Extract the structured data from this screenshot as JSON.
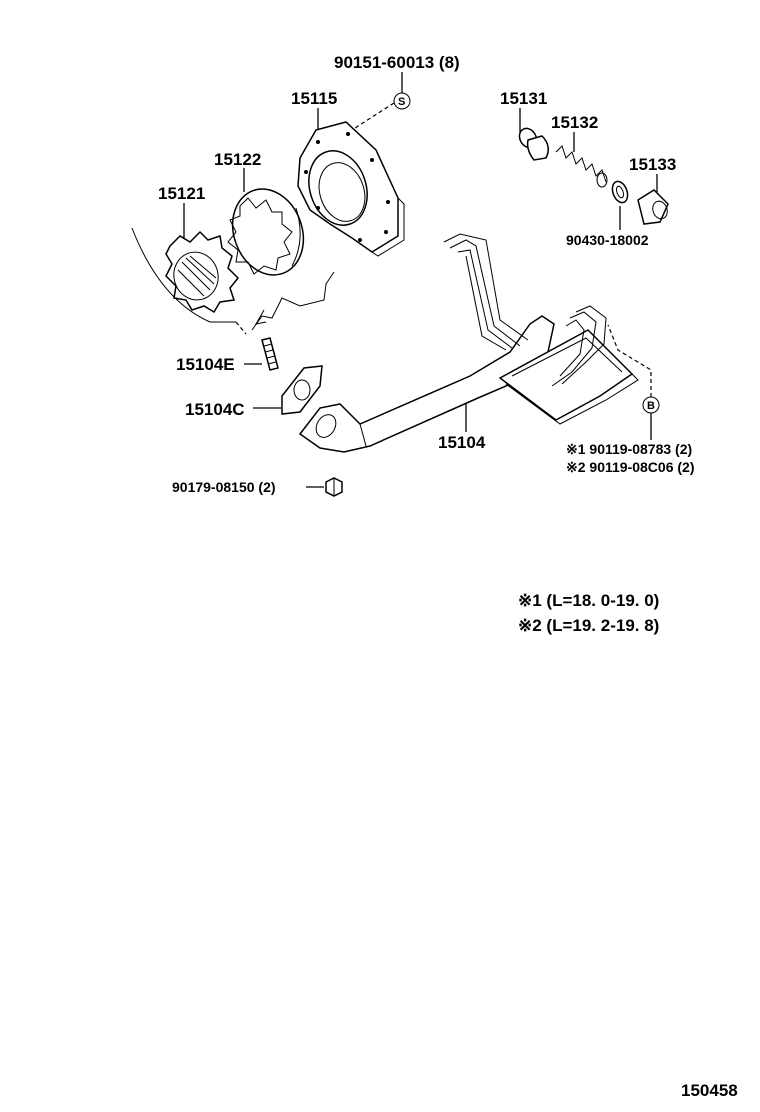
{
  "labels": {
    "bolt_top": "90151-60013 (8)",
    "cover": "15115",
    "rotor_outer": "15122",
    "rotor_inner": "15121",
    "valve": "15131",
    "spring": "15132",
    "plug": "15133",
    "gasket_plug": "90430-18002",
    "stud": "15104E",
    "gasket": "15104C",
    "strainer": "15104",
    "bolt_note1": "※1  90119-08783 (2)",
    "bolt_note2": "※2  90119-08C06 (2)",
    "nut": "90179-08150 (2)",
    "length1": "※1    (L=18. 0-19. 0)",
    "length2": "※2    (L=19. 2-19. 8)",
    "figure_no": "150458"
  },
  "symbols": {
    "s": "S",
    "b": "B"
  }
}
